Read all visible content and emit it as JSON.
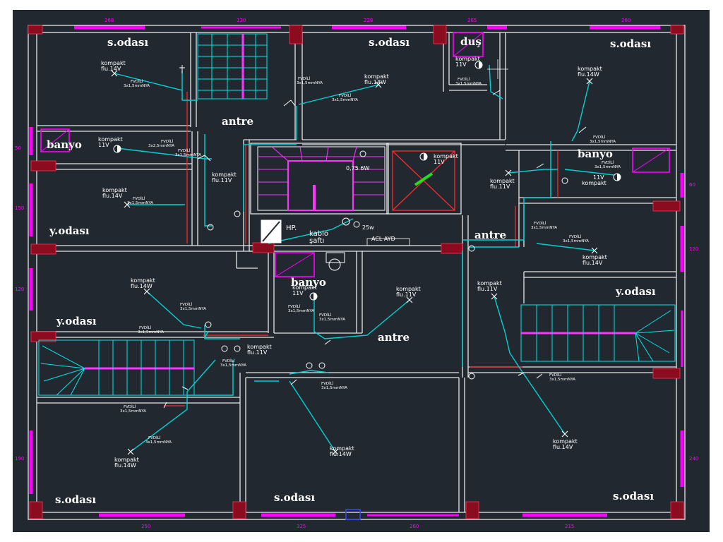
{
  "colors": {
    "background": "#ffffff",
    "canvas": "#212830",
    "wall": "#e6e6e6",
    "wiring": "#00d2d2",
    "stairs": "#00e5e5",
    "stairs_stringer": "#ff33ff",
    "dimension": "#ff00ff",
    "column": "#8b0c1e",
    "red_line": "#ff2a2a",
    "accent_green": "#22dd22"
  },
  "rooms": {
    "sodasi_top_left": "s.odası",
    "sodasi_top_mid": "s.odası",
    "dus": "duş",
    "sodasi_top_right": "s.odası",
    "antre_top": "antre",
    "banyo_left": "banyo",
    "banyo_right": "banyo",
    "yodasi_left_upper": "y.odası",
    "antre_right": "antre",
    "yodasi_right": "y.odası",
    "banyo_center": "banyo",
    "yodasi_left_lower": "y.odası",
    "antre_center": "antre",
    "sodasi_bottom_left": "s.odası",
    "sodasi_bottom_mid": "s.odası",
    "sodasi_bottom_right": "s.odası"
  },
  "labels": {
    "hp": "HP.",
    "kablo": "kablo",
    "sahti": "şaftı",
    "acil_ayd": "ACL AYD",
    "w25": "25w",
    "w75": "0,75 6W"
  },
  "fixtures": {
    "k_tl1": [
      "kompakt",
      "flu.14V"
    ],
    "k_tl2": [
      "kompakt",
      "11V"
    ],
    "k_tm1": [
      "kompakt",
      "flu.14W"
    ],
    "k_dus": [
      "kompakt",
      "11V"
    ],
    "k_tr1": [
      "kompakt",
      "flu.14W"
    ],
    "k_ant": [
      "kompakt",
      "flu.11V"
    ],
    "k_yl1": [
      "kompakt",
      "flu.14V"
    ],
    "k_shaft": [
      "kompakt",
      "11V"
    ],
    "k_br1": [
      "kompakt",
      "flu.11V"
    ],
    "k_br2": [
      "11V",
      "kompakt"
    ],
    "k_r1": [
      "kompakt",
      "flu.14V"
    ],
    "k_r2": [
      "kompakt",
      "flu.11V"
    ],
    "k_ban": [
      "kompakt",
      "11V"
    ],
    "k_yl2": [
      "kompakt",
      "flu.14W"
    ],
    "k_antc": [
      "kompakt",
      "flu.11V"
    ],
    "k_cen": [
      "kompakt",
      "flu.11V"
    ],
    "k_bl": [
      "kompakt",
      "flu.14W"
    ],
    "k_bm": [
      "kompakt",
      "flu.14W"
    ],
    "k_br": [
      "kompakt",
      "flu.14V"
    ]
  },
  "switches": {
    "s1": [
      "FVDİLİ",
      "3x1,5mmNYA"
    ],
    "s2": [
      "FVDİLİ",
      "3x2,5mmNYA"
    ],
    "s3": [
      "FVDİLİ",
      "3x1,5mmNYA"
    ],
    "s4": [
      "FVDİLİ",
      "3x1,5mmNYA"
    ],
    "s5": [
      "FVDİLİ",
      "3x1,5mmNYA"
    ],
    "s6": [
      "FVDİLİ",
      "3x1,5mmNYA"
    ],
    "s7": [
      "FVDİLİ",
      "3x1,5mmNYA"
    ],
    "s8": [
      "FVDİLİ",
      "3x1,5mmNYA"
    ],
    "s9": [
      "FVDİLİ",
      "3x1,5mmNYA"
    ],
    "s10": [
      "FVDİLİ",
      "3x1,5mmNYA"
    ],
    "s11": [
      "FVDİLİ",
      "3x1,5mmNYA"
    ],
    "s12": [
      "FVDİLİ",
      "3x1,5mmNYA"
    ],
    "s13": [
      "FVDİLİ",
      "3x1,5mmNYA"
    ],
    "s14": [
      "FVDİLİ",
      "3x1,5mmNYA"
    ],
    "s15": [
      "FVDİLİ",
      "3x1,5mmNYA"
    ],
    "s16": [
      "FVDİLİ",
      "3x1,5mmNYA"
    ],
    "s17": [
      "FVDİLİ",
      "3x1,5mmNYA"
    ],
    "s18": [
      "FVDİLİ",
      "3x1,5mmNYA"
    ],
    "s19": [
      "FVDİLİ",
      "3x1,5mmNYA"
    ],
    "s20": [
      "FVDİLİ",
      "3x1,5mmNYA"
    ]
  },
  "dimensions": {
    "top": [
      "268",
      "228",
      "260",
      "130",
      "265"
    ],
    "bottom": [
      "250",
      "325",
      "260",
      "215"
    ],
    "left": [
      "50",
      "150",
      "120",
      "190"
    ],
    "right": [
      "60",
      "120",
      "240"
    ]
  }
}
